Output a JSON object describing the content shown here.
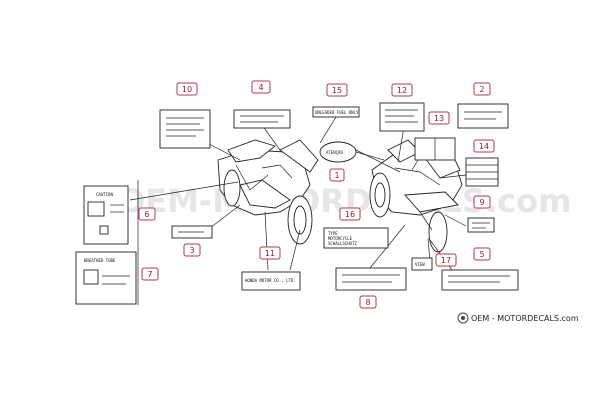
{
  "watermark": {
    "text": "OEM-MOTORDECALS.com"
  },
  "brand": {
    "text": "OEM - MOTORDECALS.com"
  },
  "labels": {
    "n1": "1",
    "n2": "2",
    "n3": "3",
    "n4": "4",
    "n5": "5",
    "n6": "6",
    "n7": "7",
    "n8": "8",
    "n9": "9",
    "n10": "10",
    "n11": "11",
    "n12": "12",
    "n13": "13",
    "n14": "14",
    "n15": "15",
    "n16": "16",
    "n17": "17"
  },
  "decal_text": {
    "caution": "CAUTION",
    "breather": "BREATHER TUBE",
    "unleaded": "UNLEADED FUEL ONLY",
    "atencao": "ATENÇÃO",
    "honda": "HONDA MOTOR CO., LTD.",
    "type_line1": "TYPE",
    "type_line2": "MOTORCYCLE",
    "type_line3": "SCHALLSCHUTZ",
    "view": "VIEW"
  }
}
